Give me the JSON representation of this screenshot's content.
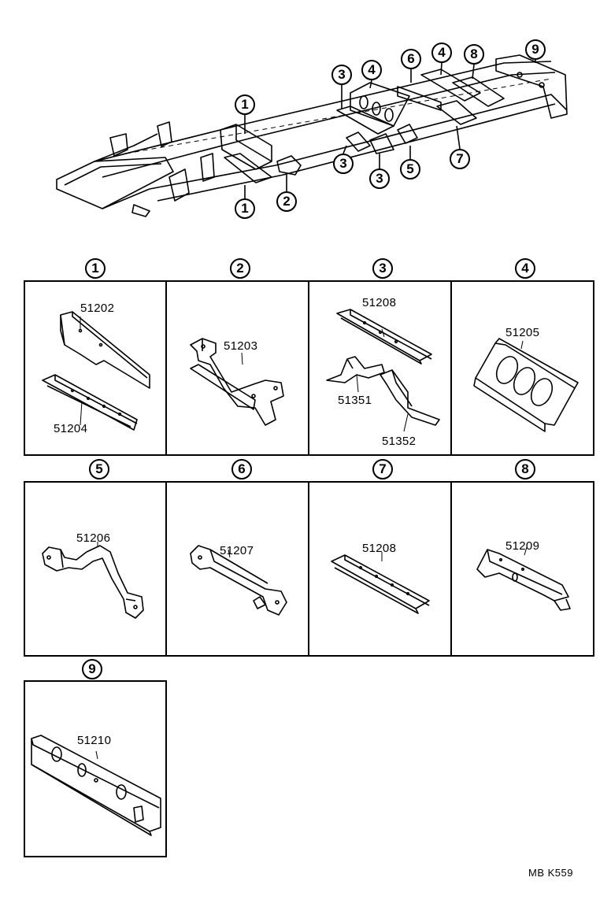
{
  "overview": {
    "callouts": [
      "1",
      "1",
      "2",
      "3",
      "3",
      "3",
      "4",
      "5",
      "6",
      "4",
      "7",
      "8",
      "9"
    ]
  },
  "panels": [
    {
      "index": "1",
      "parts": [
        "51202",
        "51204"
      ]
    },
    {
      "index": "2",
      "parts": [
        "51203"
      ]
    },
    {
      "index": "3",
      "parts": [
        "51208",
        "51351",
        "51352"
      ]
    },
    {
      "index": "4",
      "parts": [
        "51205"
      ]
    },
    {
      "index": "5",
      "parts": [
        "51206"
      ]
    },
    {
      "index": "6",
      "parts": [
        "51207"
      ]
    },
    {
      "index": "7",
      "parts": [
        "51208"
      ]
    },
    {
      "index": "8",
      "parts": [
        "51209"
      ]
    },
    {
      "index": "9",
      "parts": [
        "51210"
      ]
    }
  ],
  "diagram_code": "MB K559"
}
